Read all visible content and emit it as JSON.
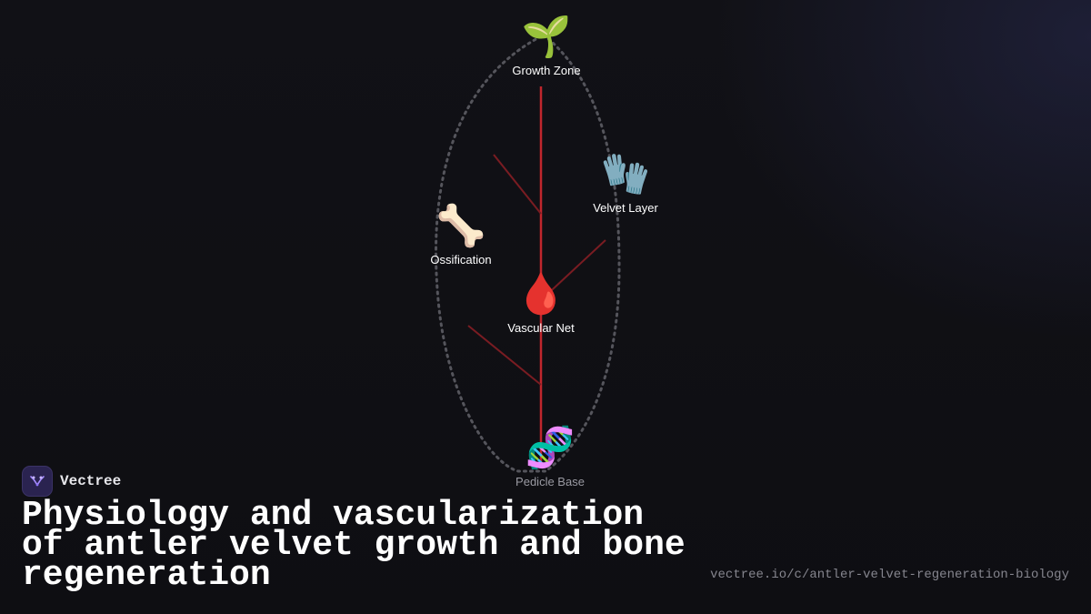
{
  "diagram": {
    "nodes": [
      {
        "id": "growth-zone",
        "emoji": "🌱",
        "label": "Growth Zone"
      },
      {
        "id": "velvet-layer",
        "emoji": "🧤",
        "label": "Velvet Layer"
      },
      {
        "id": "ossification",
        "emoji": "🦴",
        "label": "Ossification"
      },
      {
        "id": "vascular-net",
        "emoji": "🩸",
        "label": "Vascular Net"
      },
      {
        "id": "pedicle-base",
        "emoji": "🧬",
        "label": "Pedicle Base"
      }
    ],
    "colors": {
      "outline": "#55555c",
      "trunk": "#c0262d",
      "branch": "#7a1c22"
    }
  },
  "brand": {
    "name": "Vectree",
    "icon": "vectree-logo-icon",
    "color": "#2a2350"
  },
  "title": "Physiology and vascularization of antler velvet growth and bone regeneration",
  "url": "vectree.io/c/antler-velvet-regeneration-biology"
}
